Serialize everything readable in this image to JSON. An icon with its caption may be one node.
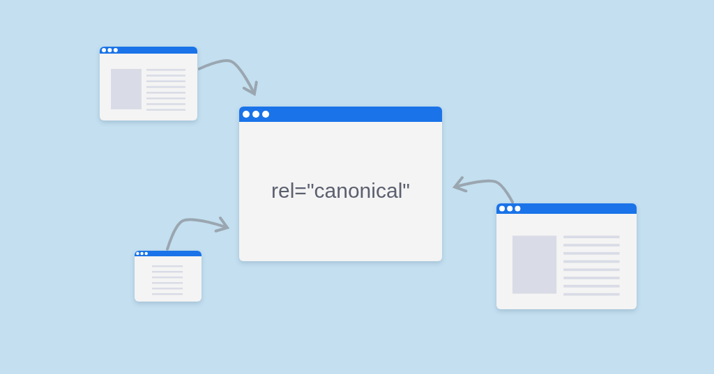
{
  "diagram": {
    "nodes": [
      {
        "text": [],
        "shape": "box"
      },
      {
        "text": [
          "rel=\"canonical\""
        ]
      },
      {
        "text": [],
        "shape": "box"
      },
      {
        "text": [],
        "shape": "box"
      }
    ],
    "edges": [
      {
        "from": 0,
        "to": 1,
        "arrow": "to"
      },
      {
        "from": 2,
        "to": 1,
        "arrow": "to"
      },
      {
        "from": 3,
        "to": 1,
        "arrow": "to"
      }
    ]
  }
}
